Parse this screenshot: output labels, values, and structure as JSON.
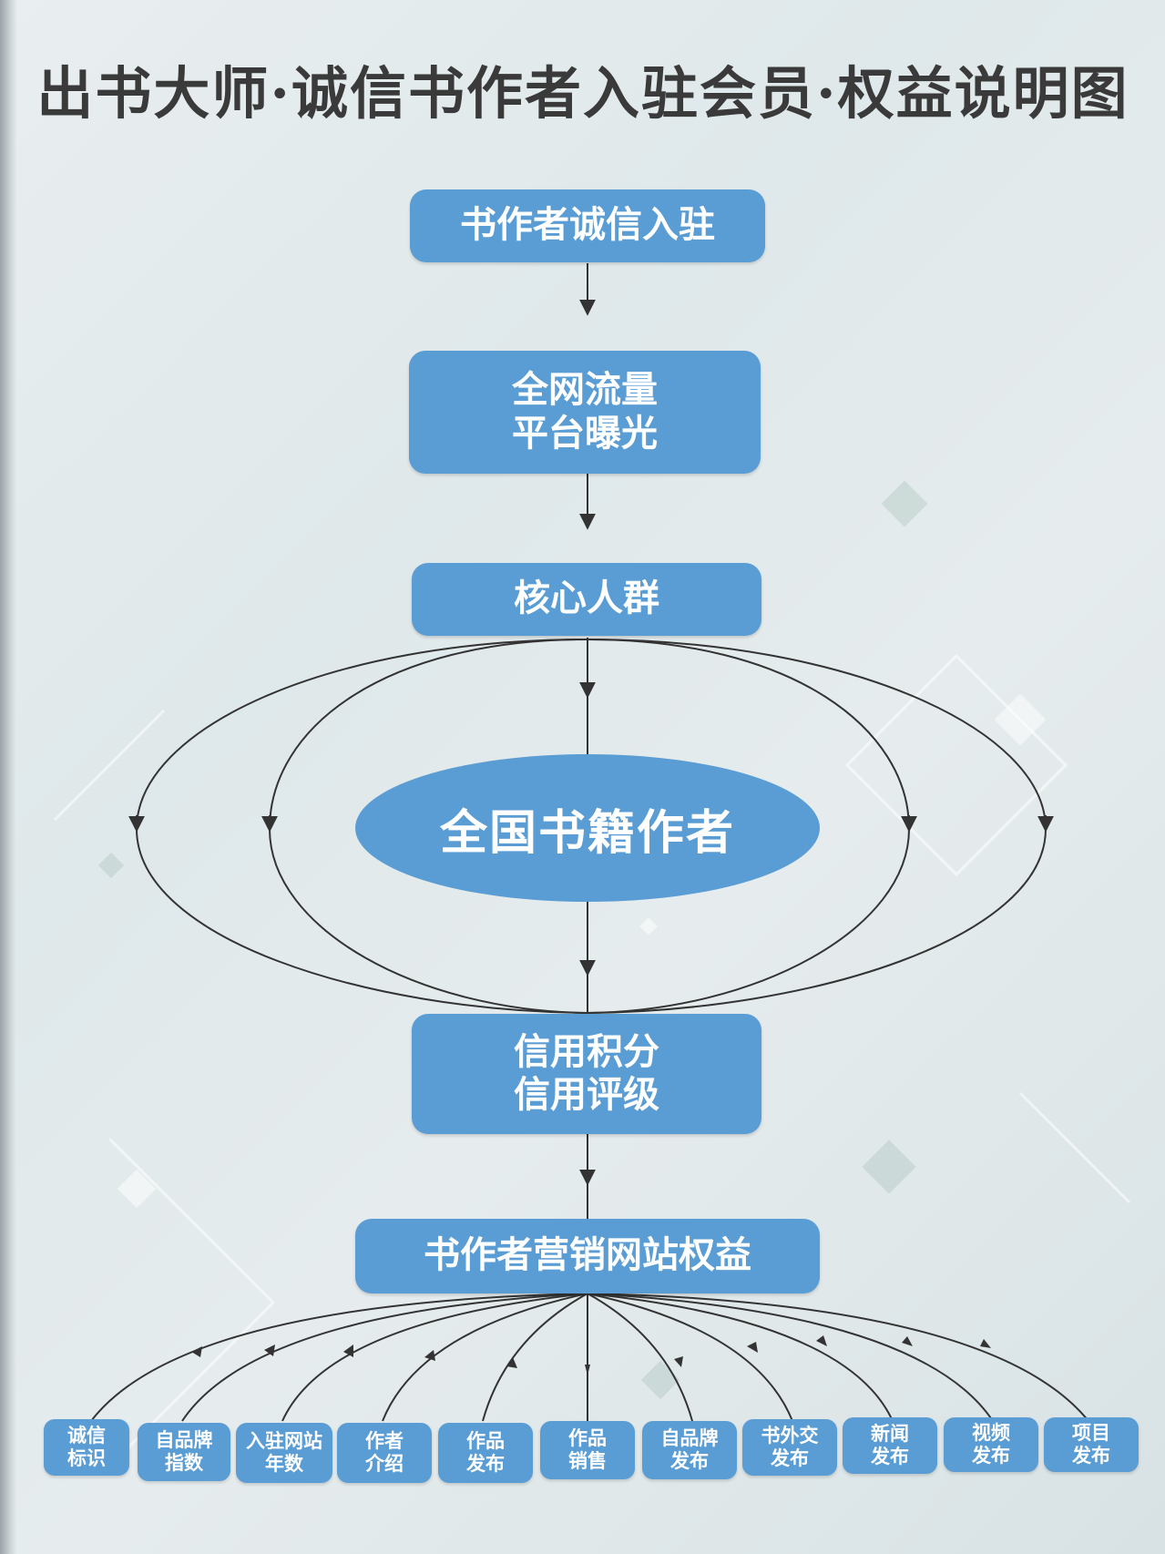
{
  "title": "出书大师·诚信书作者入驻会员·权益说明图",
  "colors": {
    "box": "#5a9cd4",
    "arrow": "#333333",
    "title": "#3a3a3a"
  },
  "nodes": {
    "join": {
      "text": "书作者诚信入驻"
    },
    "traffic": {
      "line1": "全网流量",
      "line2": "平台曝光"
    },
    "core": {
      "text": "核心人群"
    },
    "authors": {
      "text": "全国书籍作者"
    },
    "credit": {
      "line1": "信用积分",
      "line2": "信用评级"
    },
    "rights": {
      "text": "书作者营销网站权益"
    }
  },
  "benefits": [
    {
      "line1": "诚信",
      "line2": "标识"
    },
    {
      "line1": "自品牌",
      "line2": "指数"
    },
    {
      "line1": "入驻网站",
      "line2": "年数"
    },
    {
      "line1": "作者",
      "line2": "介绍"
    },
    {
      "line1": "作品",
      "line2": "发布"
    },
    {
      "line1": "作品",
      "line2": "销售"
    },
    {
      "line1": "自品牌",
      "line2": "发布"
    },
    {
      "line1": "书外交",
      "line2": "发布"
    },
    {
      "line1": "新闻",
      "line2": "发布"
    },
    {
      "line1": "视频",
      "line2": "发布"
    },
    {
      "line1": "项目",
      "line2": "发布"
    }
  ]
}
